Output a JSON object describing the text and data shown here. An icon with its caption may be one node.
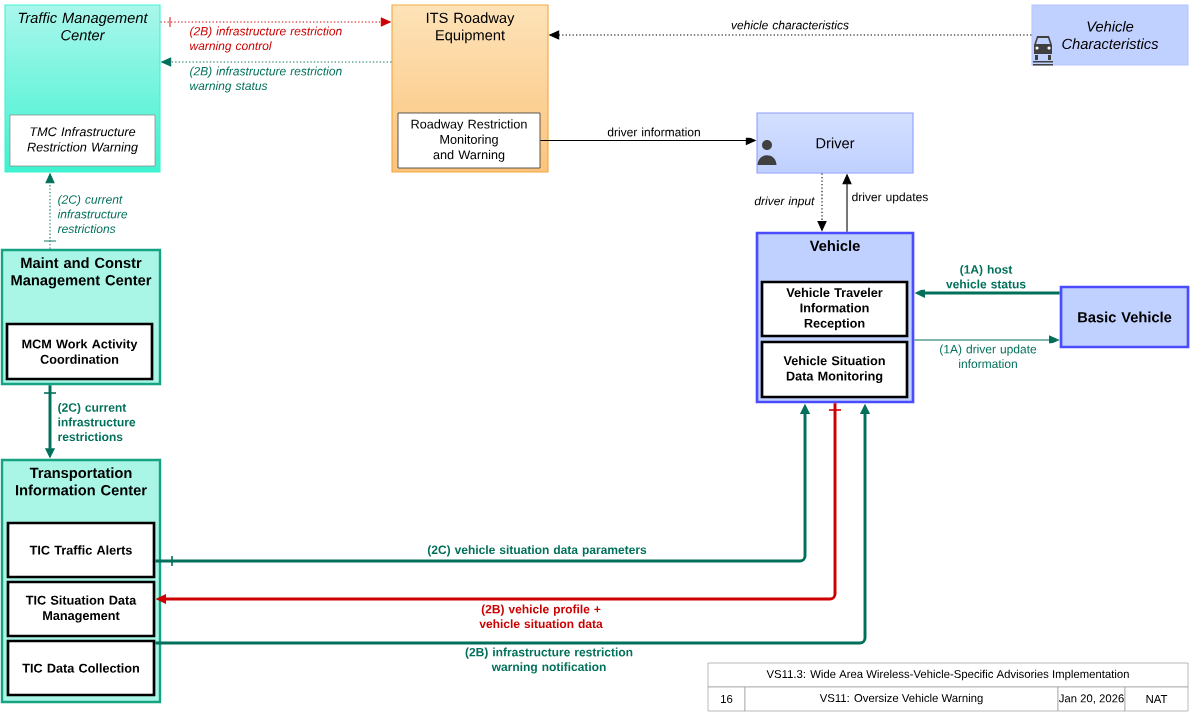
{
  "diagram": {
    "nodes": [
      {
        "text": [
          "Traffic Management Center"
        ]
      },
      {
        "text": [
          "TMC Infrastructure Restriction Warning"
        ],
        "in": 0
      },
      {
        "text": [
          "ITS Roadway Equipment"
        ]
      },
      {
        "text": [
          "Roadway Restriction Monitoring and Warning"
        ],
        "in": 2
      },
      {
        "text": [
          "Vehicle Characteristics"
        ]
      },
      {
        "text": [
          "Driver"
        ]
      },
      {
        "text": [
          "Maint and Constr Management Center"
        ]
      },
      {
        "text": [
          "MCM Work Activity Coordination"
        ],
        "in": 6
      },
      {
        "text": [
          "Vehicle"
        ]
      },
      {
        "text": [
          "Vehicle Traveler Information Reception"
        ],
        "in": 8
      },
      {
        "text": [
          "Vehicle Situation Data Monitoring"
        ],
        "in": 8
      },
      {
        "text": [
          "Basic Vehicle"
        ]
      },
      {
        "text": [
          "Transportation Information Center"
        ]
      },
      {
        "text": [
          "TIC Traffic Alerts"
        ],
        "in": 12
      },
      {
        "text": [
          "TIC Situation Data Management"
        ],
        "in": 12
      },
      {
        "text": [
          "TIC Data Collection"
        ],
        "in": 12
      }
    ],
    "edges": [
      {
        "from": 0,
        "to": 2,
        "arrow": "to",
        "label": "(2B) infrastructure restriction warning control",
        "style": "dashed",
        "color": "#cc0000"
      },
      {
        "from": 2,
        "to": 0,
        "arrow": "to",
        "label": "(2B) infrastructure restriction warning status",
        "style": "dashed"
      },
      {
        "from": 4,
        "to": 2,
        "arrow": "to",
        "label": "vehicle characteristics",
        "style": "dashed",
        "color": "#000000"
      },
      {
        "from": 3,
        "to": 5,
        "arrow": "to",
        "label": "driver information",
        "color": "#000000"
      },
      {
        "from": 5,
        "to": 8,
        "arrow": "to",
        "label": "driver input",
        "style": "dashed",
        "color": "#000000"
      },
      {
        "from": 8,
        "to": 5,
        "arrow": "to",
        "label": "driver updates",
        "color": "#000000"
      },
      {
        "from": 6,
        "to": 0,
        "arrow": "to",
        "label": "(2C) current infrastructure restrictions",
        "style": "dashed"
      },
      {
        "from": 6,
        "to": 12,
        "arrow": "to",
        "label": "(2C) current infrastructure restrictions",
        "style": "thick"
      },
      {
        "from": 11,
        "to": 8,
        "arrow": "to",
        "label": "(1A) host vehicle status",
        "style": "thick"
      },
      {
        "from": 8,
        "to": 11,
        "arrow": "to",
        "label": "(1A) driver update information"
      },
      {
        "from": 13,
        "to": 8,
        "arrow": "to",
        "label": "(2C) vehicle situation data parameters",
        "style": "thick"
      },
      {
        "from": 8,
        "to": 14,
        "arrow": "to",
        "label": "(2B) vehicle profile + vehicle situation data",
        "style": "thick",
        "color": "#cc0000"
      },
      {
        "from": 15,
        "to": 8,
        "arrow": "to",
        "label": "(2B) infrastructure restriction warning notification",
        "style": "thick"
      }
    ],
    "labels": [
      "VS11.3: Wide Area Wireless-Vehicle-Specific Advisories Implementation",
      "16",
      "VS11: Oversize Vehicle Warning",
      "Jan 20, 2026",
      "NAT"
    ]
  }
}
